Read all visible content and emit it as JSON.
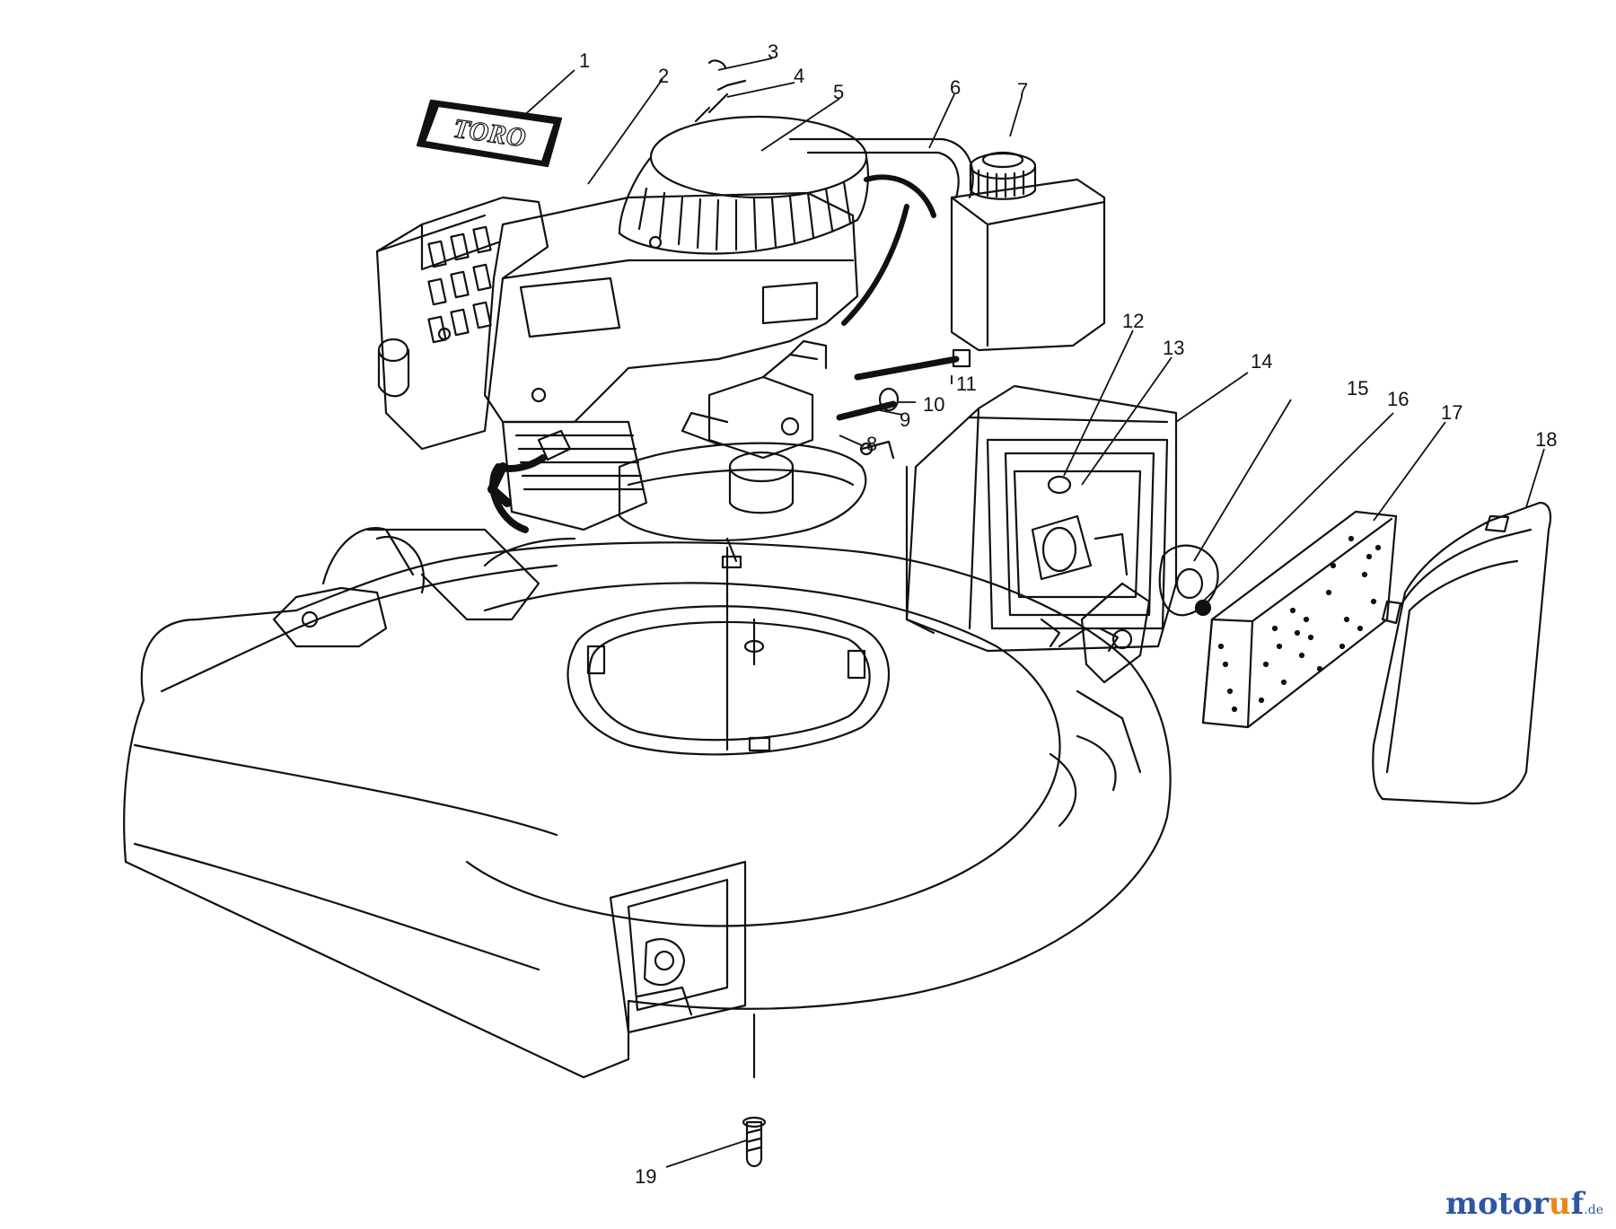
{
  "logo_text": "TORO",
  "callouts": [
    "1",
    "2",
    "3",
    "4",
    "5",
    "6",
    "7",
    "8",
    "9",
    "10",
    "11",
    "12",
    "13",
    "14",
    "15",
    "16",
    "17",
    "18",
    "19"
  ],
  "watermark": {
    "part1": "motor",
    "part2": "u",
    "part3": "f",
    "part4": ".de"
  },
  "colors": {
    "line": "#111111",
    "watermark_blue": "#2f56a3",
    "watermark_orange": "#e38a1a"
  }
}
